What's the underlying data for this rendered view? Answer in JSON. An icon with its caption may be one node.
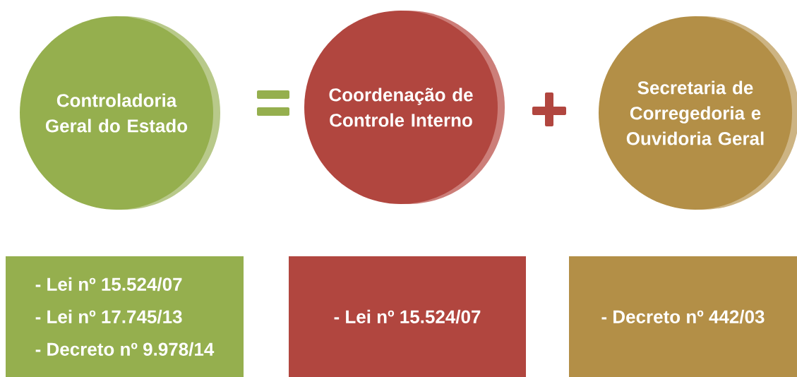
{
  "diagram": {
    "nodes": [
      {
        "text": [
          "Controladoria Geral do Estado"
        ]
      },
      {
        "text": [
          "Coordenação de Controle Interno"
        ]
      },
      {
        "text": [
          "Secretaria de Corregedoria e Ouvidoria Geral"
        ]
      },
      {
        "text": [
          "- Lei nº 15.524/07",
          "- Lei nº 17.745/13",
          "- Decreto nº 9.978/14"
        ]
      },
      {
        "text": [
          "- Lei nº 15.524/07"
        ]
      },
      {
        "text": [
          "- Decreto nº 442/03"
        ]
      }
    ]
  }
}
